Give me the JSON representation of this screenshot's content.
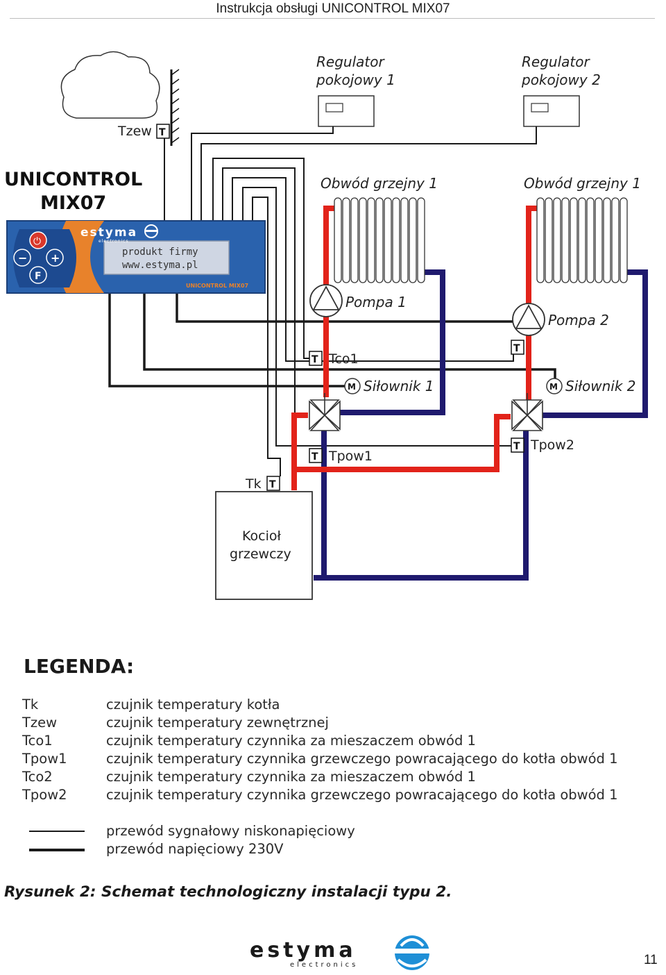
{
  "header": {
    "title": "Instrukcja obsługi UNICONTROL MIX07"
  },
  "controller": {
    "title_line1": "UNICONTROL",
    "title_line2": "MIX07",
    "brand": "estyma",
    "brand_sub": "electronics",
    "display_line1": "produkt firmy",
    "display_line2": "www.estyma.pl",
    "model_label": "UNICONTROL MIX07",
    "buttons": {
      "power": "⏻",
      "minus": "−",
      "plus": "+",
      "function": "F"
    }
  },
  "diagram": {
    "tzew_label": "Tzew",
    "t_badge": "T",
    "m_badge": "M",
    "regulator1": "Regulator pokojowy 1",
    "regulator1_l1": "Regulator",
    "regulator1_l2": "pokojowy 1",
    "regulator2_l1": "Regulator",
    "regulator2_l2": "pokojowy 2",
    "circuit1_label": "Obwód grzejny 1",
    "circuit2_label": "Obwód grzejny 1",
    "pump1": "Pompa 1",
    "pump2": "Pompa 2",
    "tco1": "Tco1",
    "actuator1": "Siłownik 1",
    "actuator2": "Siłownik 2",
    "tpow1": "Tpow1",
    "tpow2": "Tpow2",
    "tk": "Tk",
    "boiler_l1": "Kocioł",
    "boiler_l2": "grzewczy",
    "colors": {
      "supply": "#e2231a",
      "return": "#1f1a6e",
      "wire": "#1a1a1a",
      "panel": "#2a62ad",
      "panel_accent": "#e8822b"
    }
  },
  "legend": {
    "title": "LEGENDA:",
    "rows": [
      {
        "abbr": "Tk",
        "desc": "czujnik temperatury kotła"
      },
      {
        "abbr": "Tzew",
        "desc": "czujnik temperatury zewnętrznej"
      },
      {
        "abbr": "Tco1",
        "desc": "czujnik temperatury czynnika za mieszaczem obwód 1"
      },
      {
        "abbr": "Tpow1",
        "desc": "czujnik temperatury czynnika grzewczego powracającego do kotła obwód 1"
      },
      {
        "abbr": "Tco2",
        "desc": "czujnik temperatury czynnika za mieszaczem obwód 1"
      },
      {
        "abbr": "Tpow2",
        "desc": "czujnik temperatury czynnika grzewczego powracającego do kotła obwód 1"
      }
    ],
    "signal_wire": "przewód sygnałowy niskonapięciowy",
    "power_wire": "przewód napięciowy 230V"
  },
  "caption": "Rysunek 2: Schemat technologiczny instalacji typu 2.",
  "footer": {
    "brand": "estyma",
    "brand_sub": "electronics",
    "page_number": "11"
  }
}
